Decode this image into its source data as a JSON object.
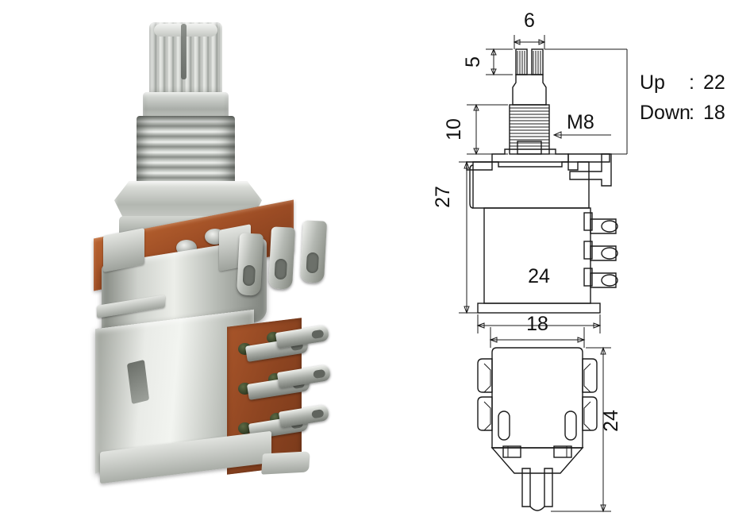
{
  "product": {
    "name": "push-pull-potentiometer",
    "description": "Push-pull DPDT potentiometer, split knurled shaft"
  },
  "photo": {
    "label": "potentiometer-photograph",
    "parts": {
      "shaft": "knurled split shaft",
      "bushing": "threaded bushing",
      "nut": "hex mounting nut",
      "wafer": "brown phenolic wafer",
      "can": "metal pot can",
      "switch": "DPDT push-pull switch section",
      "terminals": "solder lugs"
    },
    "colors": {
      "phenolic": "#9a4b24",
      "metal_light": "#e9ebe7",
      "metal_dark": "#7d817b",
      "solder": "#2f3a22"
    }
  },
  "drawings": {
    "side_view": {
      "name": "side-elevation-drawing",
      "dimensions": {
        "shaft_width": "6",
        "shaft_split_height": "5",
        "thread_length": "10",
        "thread_spec": "M8",
        "total_height": "27",
        "total_width": "24"
      }
    },
    "bottom_view": {
      "name": "bottom-plan-drawing",
      "dimensions": {
        "width": "18",
        "depth": "24"
      }
    }
  },
  "notes": {
    "up_label": "Up",
    "up_separator": ":",
    "up_value": "22",
    "down_label": "Down",
    "down_separator": ":",
    "down_value": "18"
  }
}
